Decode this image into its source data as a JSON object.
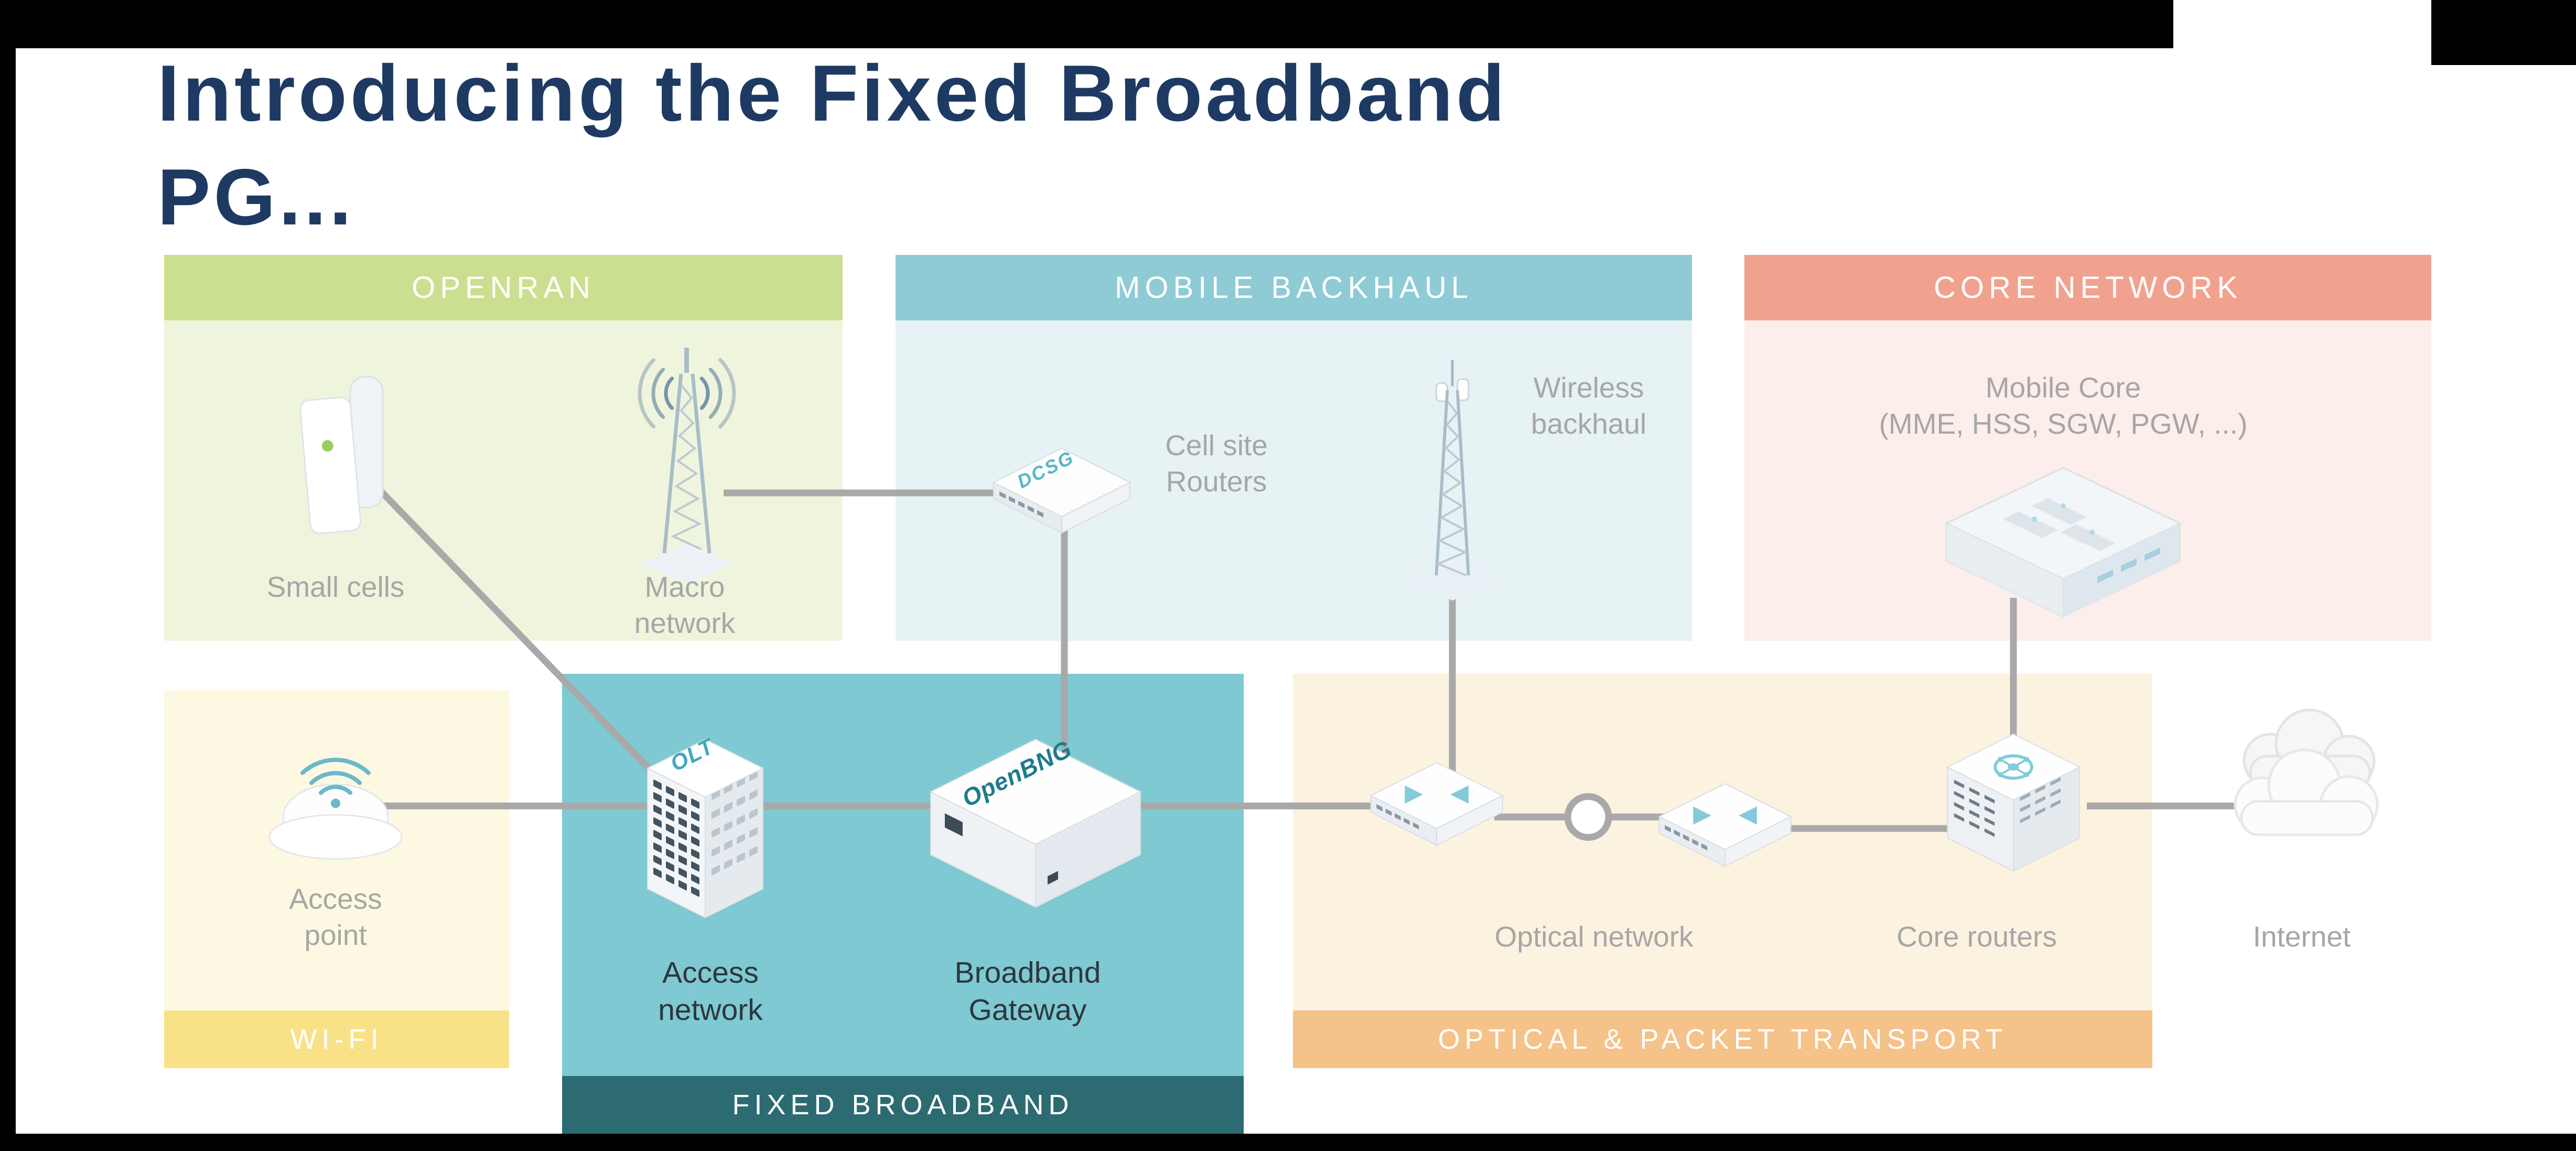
{
  "slide": {
    "title": "Introducing the Fixed Broadband\nPG..."
  },
  "regions": {
    "openran": {
      "label": "OPENRAN"
    },
    "mobile_backhaul": {
      "label": "MOBILE BACKHAUL"
    },
    "core_network": {
      "label": "CORE NETWORK"
    },
    "wifi": {
      "label": "WI-FI"
    },
    "fixed_broadband": {
      "label": "FIXED BROADBAND"
    },
    "optical_transport": {
      "label": "OPTICAL & PACKET TRANSPORT"
    }
  },
  "nodes": {
    "small_cells": {
      "label": "Small cells"
    },
    "macro_network": {
      "label": "Macro\nnetwork"
    },
    "cell_site_routers": {
      "label": "Cell site\nRouters",
      "device_text": "DCSG"
    },
    "wireless_backhaul": {
      "label": "Wireless\nbackhaul"
    },
    "mobile_core": {
      "label": "Mobile Core\n(MME, HSS, SGW, PGW, ...)"
    },
    "access_point": {
      "label": "Access\npoint"
    },
    "access_network": {
      "label": "Access\nnetwork",
      "device_text": "OLT"
    },
    "broadband_gateway": {
      "label": "Broadband\nGateway",
      "device_text": "OpenBNG"
    },
    "optical_network": {
      "label": "Optical network"
    },
    "core_routers": {
      "label": "Core routers"
    },
    "internet": {
      "label": "Internet"
    }
  },
  "colors": {
    "title": "#1e3a63",
    "line": "#a9a9a9",
    "label_gray": "#a6a6a6",
    "label_dark": "#2e363d",
    "openran_header": "#cbdf90",
    "openran_body": "#eff5dd",
    "backhaul_header": "#8ecbd5",
    "backhaul_body": "#e6f2f4",
    "core_header": "#f1a28e",
    "core_body": "#fceeea",
    "wifi_bar": "#f9e188",
    "wifi_body": "#fdf8e1",
    "fixed_body": "#7ec9d2",
    "fixed_bar": "#2d6b72",
    "optical_bar": "#f5c289",
    "optical_body": "#fcf2e0",
    "dcsg_text": "#58b6c6",
    "olt_text": "#3fa9ba",
    "bng_text": "#1f7b8e"
  }
}
